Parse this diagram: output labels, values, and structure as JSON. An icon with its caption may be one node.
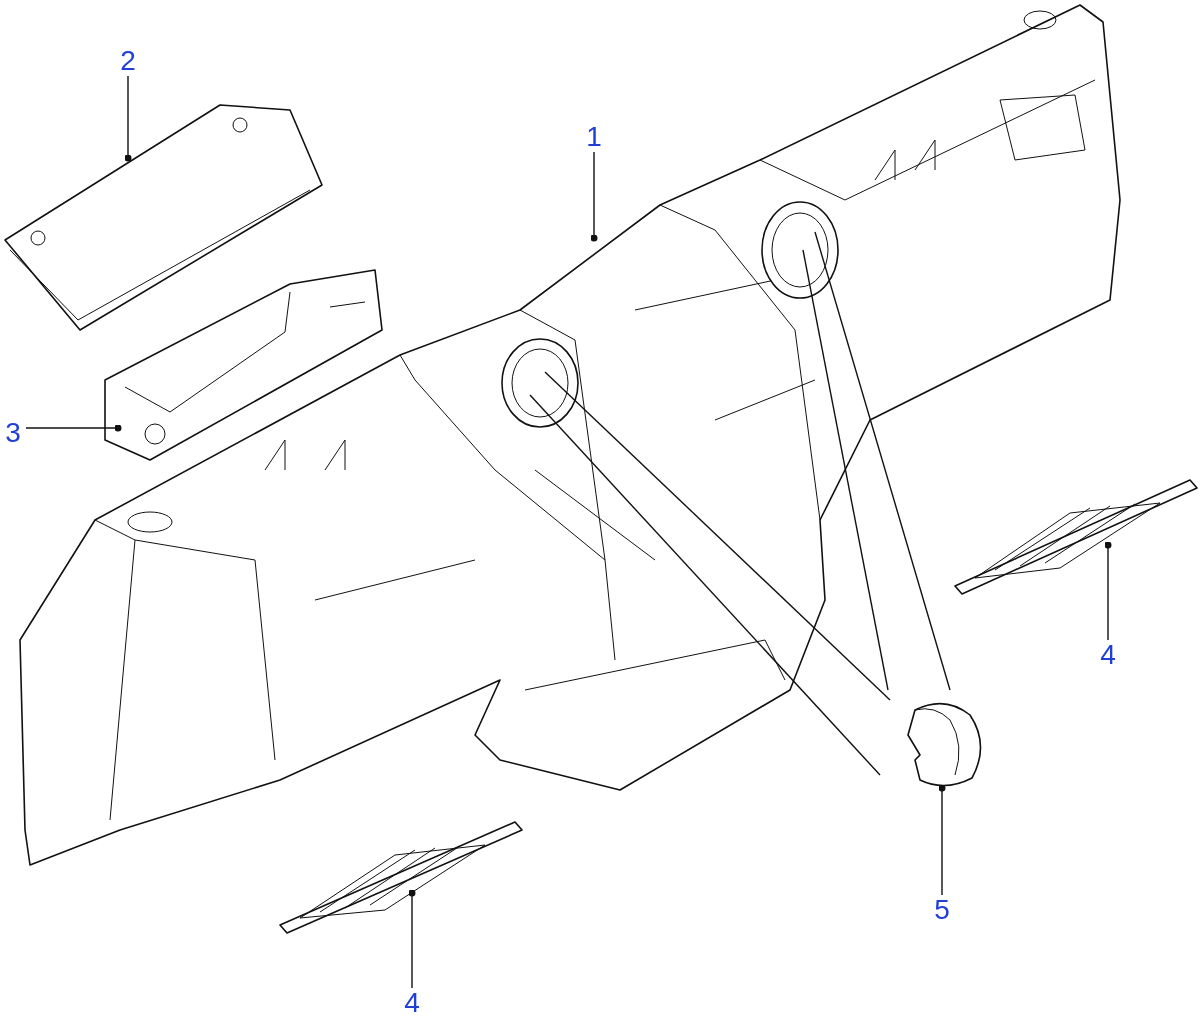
{
  "diagram": {
    "nodes": [
      {
        "text": [
          "1"
        ]
      },
      {
        "text": [
          "2"
        ]
      },
      {
        "text": [
          "3"
        ]
      },
      {
        "text": [
          "4"
        ]
      },
      {
        "text": [
          "5"
        ]
      },
      {
        "text": [
          "4"
        ]
      },
      {
        "text": [],
        "shape": "picture"
      },
      {
        "text": [],
        "shape": "picture"
      },
      {
        "text": [],
        "shape": "picture"
      },
      {
        "text": [],
        "shape": "picture"
      },
      {
        "text": [],
        "shape": "picture"
      },
      {
        "text": [],
        "shape": "picture"
      }
    ],
    "edges": [
      {
        "from": 0,
        "to": 6,
        "arrow": "other"
      },
      {
        "from": 1,
        "to": 7,
        "arrow": "other"
      },
      {
        "from": 2,
        "to": 8,
        "arrow": "other"
      },
      {
        "from": 3,
        "to": 9,
        "arrow": "other"
      },
      {
        "from": 4,
        "to": 11,
        "arrow": "other"
      },
      {
        "from": 5,
        "to": 10,
        "arrow": "other"
      },
      {
        "from": 11,
        "to": 6,
        "arrow": "none"
      },
      {
        "from": 11,
        "to": 6,
        "arrow": "none"
      },
      {
        "from": 11,
        "to": 6,
        "arrow": "none"
      },
      {
        "from": 11,
        "to": 6,
        "arrow": "none"
      }
    ]
  }
}
